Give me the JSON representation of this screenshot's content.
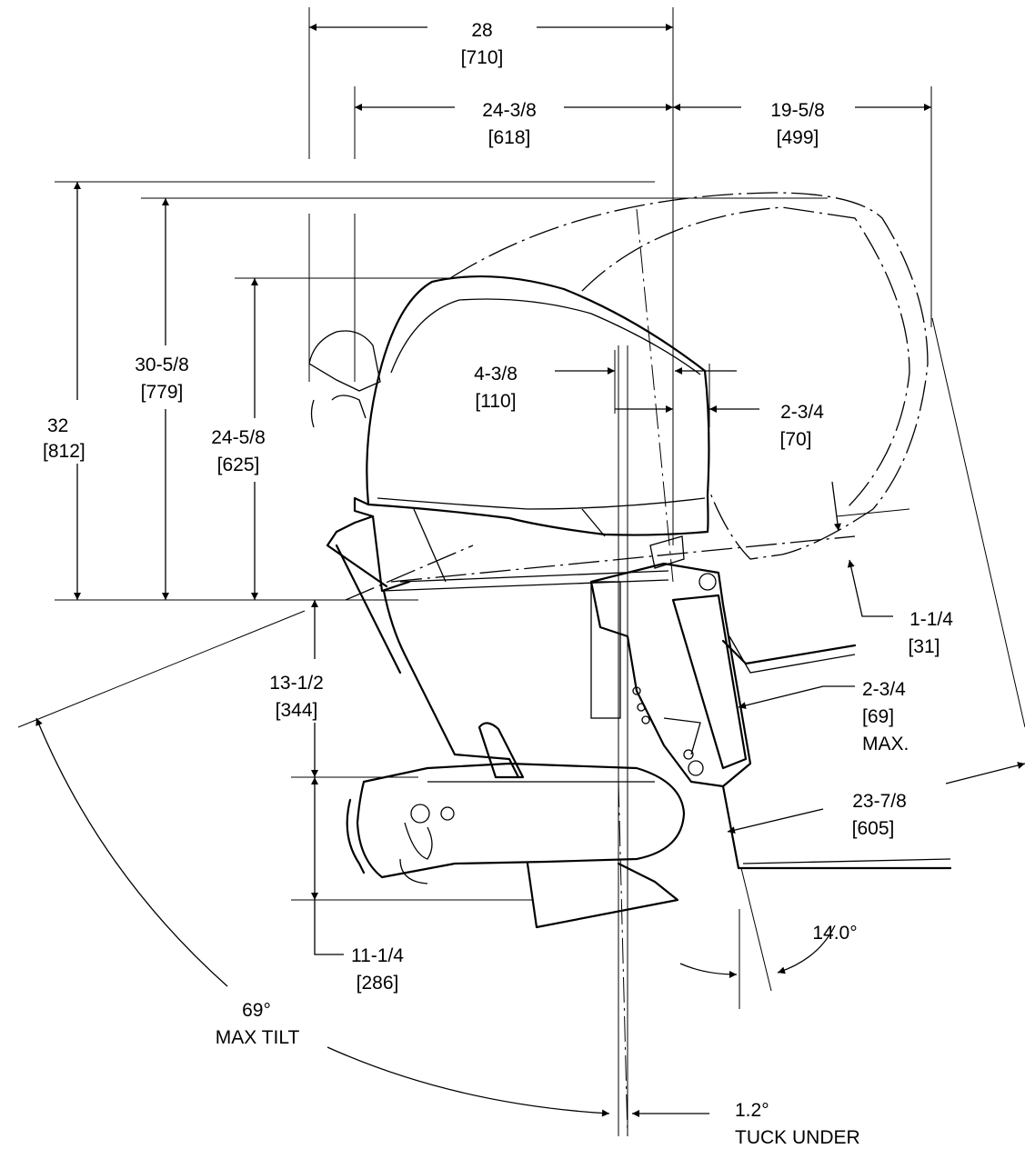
{
  "dimensions": {
    "width_overall": {
      "in": "28",
      "mm": "[710]"
    },
    "width_front": {
      "in": "24-3/8",
      "mm": "[618]"
    },
    "width_rear": {
      "in": "19-5/8",
      "mm": "[499]"
    },
    "height_overall": {
      "in": "32",
      "mm": "[812]"
    },
    "height_tilted": {
      "in": "30-5/8",
      "mm": "[779]"
    },
    "height_cowl": {
      "in": "24-5/8",
      "mm": "[625]"
    },
    "cowl_offset": {
      "in": "4-3/8",
      "mm": "[110]"
    },
    "cowl_rear": {
      "in": "2-3/4",
      "mm": "[70]"
    },
    "transom_clear": {
      "in": "1-1/4",
      "mm": "[31]"
    },
    "bracket_max": {
      "in": "2-3/4",
      "mm": "[69]",
      "note": "MAX."
    },
    "transom_height": {
      "in": "13-1/2",
      "mm": "[344]"
    },
    "swing_radius": {
      "in": "23-7/8",
      "mm": "[605]"
    },
    "gearcase": {
      "in": "11-1/4",
      "mm": "[286]"
    },
    "transom_angle": {
      "label": "14.0°"
    },
    "max_tilt": {
      "label": "69°",
      "note": "MAX TILT"
    },
    "tuck_under": {
      "label": "1.2°",
      "note": "TUCK UNDER"
    }
  }
}
